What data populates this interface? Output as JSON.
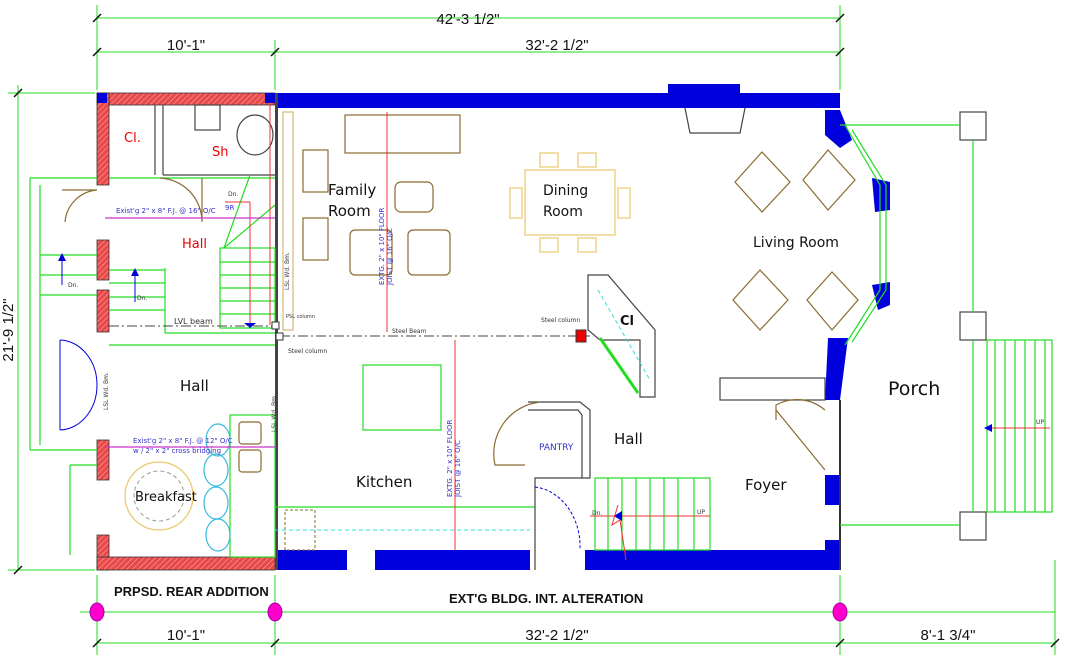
{
  "dimensions": {
    "overall_width": "42'-3 1/2\"",
    "top_left": "10'-1\"",
    "top_right": "32'-2 1/2\"",
    "overall_depth": "21'-9 1/2\"",
    "bottom_left": "10'-1\"",
    "bottom_mid": "32'-2 1/2\"",
    "bottom_porch": "8'-1 3/4\""
  },
  "rooms": {
    "closet_rear": "Cl.",
    "shower": "Sh",
    "hall_rear": "Hall",
    "family_room_1": "Family",
    "family_room_2": "Room",
    "dining_room_1": "Dining",
    "dining_room_2": "Room",
    "living_room": "Living  Room",
    "hall_left": "Hall",
    "closet": "Cl",
    "kitchen": "Kitchen",
    "breakfast": "Breakfast",
    "pantry": "PANTRY",
    "hall_center": "Hall",
    "foyer": "Foyer",
    "porch": "Porch"
  },
  "notes": {
    "joist_upper": "Exist'g 2\" x 8\" F.J. @ 16\" O/C",
    "joist_lower_1": "Exist'g 2\" x 8\" F.J. @ 12\" O/C",
    "joist_lower_2": "w / 2\" x 2\" cross bridging",
    "floor_joist_1a": "EXTG. 2\" x 10\" FLOOR",
    "floor_joist_1b": "JOIST @ 16\" O/C",
    "floor_joist_2a": "EXTG. 2\" x 10\" FLOOR",
    "floor_joist_2b": "JOIST @ 16\" O/C",
    "lsl_beam_1": "LSL Wd. Bm.",
    "lsl_beam_2": "LSL Wd. Bm.",
    "lsl_beam_3": "LSL Wd. Bm.",
    "lvl_beam": "LVL beam",
    "steel_beam": "Steel Beam",
    "psl_column": "PSL column",
    "steel_column_1": "Steel column",
    "steel_column_2": "Steel column",
    "dn_1": "Dn.",
    "dn_2": "Dn.",
    "dn_3": "Dn.",
    "dn_4": "Dn.",
    "risers": "9R",
    "up_1": "UP",
    "up_2": "UP"
  },
  "zones": {
    "rear_addition": "PRPSD. REAR ADDITION",
    "existing": "EXT'G  BLDG.  INT. ALTERATION"
  },
  "colors": {
    "dimension": "#22dd22",
    "existing_wall": "#0000dd",
    "new_wall": "#e84a4a",
    "grid_marker": "#ff00cc",
    "joist_note": "#cc33cc"
  }
}
